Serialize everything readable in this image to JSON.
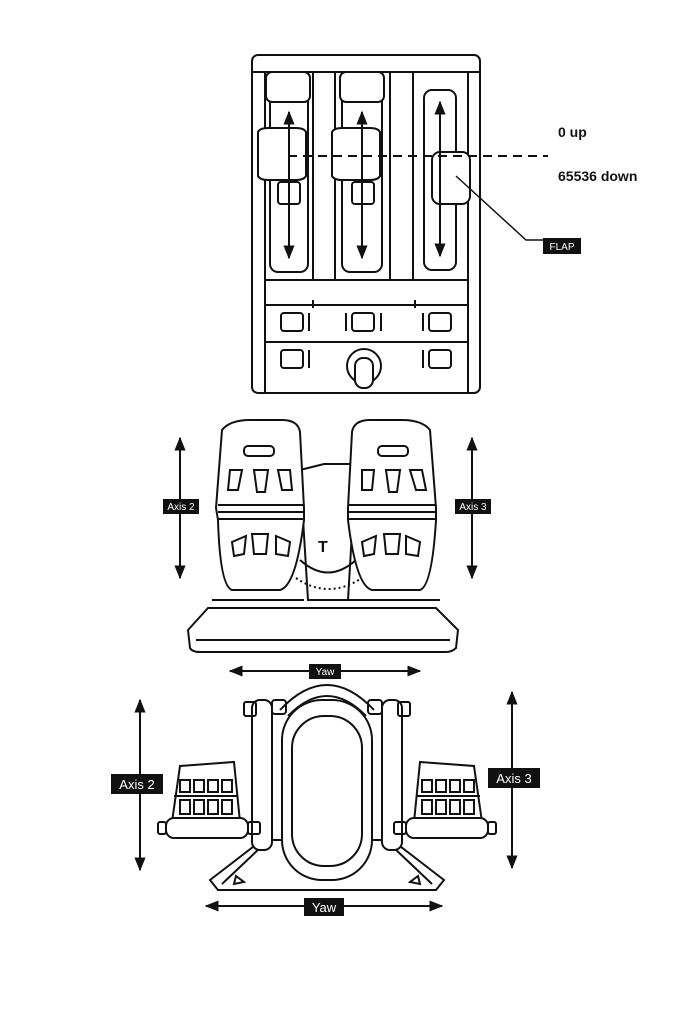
{
  "throttle_panel": {
    "label_up": "0 up",
    "label_down": "65536 down",
    "flap_tag": "FLAP"
  },
  "pedals_front": {
    "left_axis": "Axis 2",
    "right_axis": "Axis 3",
    "yaw": "Yaw"
  },
  "pedals_top": {
    "left_axis": "Axis 2",
    "right_axis": "Axis 3",
    "yaw": "Yaw"
  },
  "colors": {
    "ink": "#111111",
    "tag_bg": "#111111",
    "tag_text": "#ffffff",
    "background": "#ffffff"
  }
}
